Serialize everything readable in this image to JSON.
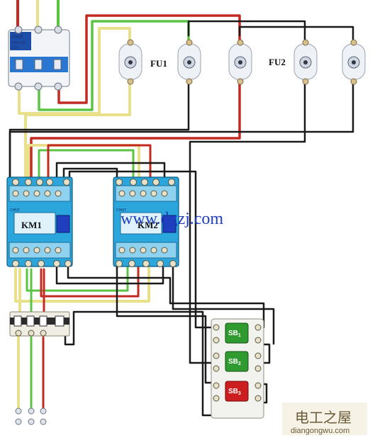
{
  "labels": {
    "fu1": "FU1",
    "fu2": "FU2",
    "km1": "KM1",
    "km2": "KM2",
    "sb1": "SB",
    "sb1_sub": "1",
    "sb2": "SB",
    "sb2_sub": "2",
    "sb3": "SB",
    "sb3_sub": "3"
  },
  "breaker": {
    "brand": "CHNT",
    "model": "DZ47-63",
    "rating": "C10"
  },
  "contactor_brand": {
    "km1": "CHNT",
    "km2": "CHNT"
  },
  "watermark": {
    "url": "www.dgzj.com"
  },
  "logo": {
    "cn": "电工之屋",
    "url": "diangongwu.com"
  },
  "colors": {
    "phase_red": "#c22a22",
    "phase_yellow": "#e8e08a",
    "phase_green": "#5cc444",
    "control_black": "#1a1a1a",
    "contactor_blue": "#2aa6dc",
    "button_green": "#2f9a2f",
    "button_red": "#cc1e1e"
  }
}
